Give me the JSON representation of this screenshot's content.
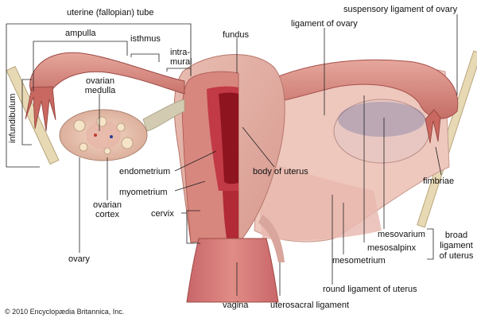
{
  "labels": {
    "uterine_tube": "uterine (fallopian) tube",
    "ampulla": "ampulla",
    "isthmus": "isthmus",
    "intramural_1": "intra-",
    "intramural_2": "mural",
    "infundibulum": "infundibulum",
    "ovarian_medulla_1": "ovarian",
    "ovarian_medulla_2": "medulla",
    "fundus": "fundus",
    "ligament_of_ovary": "ligament of ovary",
    "suspensory_ligament": "suspensory ligament of ovary",
    "endometrium": "endometrium",
    "myometrium": "myometrium",
    "cervix": "cervix",
    "body_of_uterus": "body of uterus",
    "fimbriae": "fimbriae",
    "ovarian_cortex_1": "ovarian",
    "ovarian_cortex_2": "cortex",
    "ovary": "ovary",
    "mesovarium": "mesovarium",
    "mesosalpinx": "mesosalpinx",
    "mesometrium": "mesometrium",
    "broad_ligament_1": "broad",
    "broad_ligament_2": "ligament",
    "broad_ligament_3": "of uterus",
    "round_ligament": "round ligament of uterus",
    "vagina": "vagina",
    "uterosacral_ligament": "uterosacral ligament"
  },
  "copyright": "© 2010 Encyclopædia Britannica, Inc.",
  "colors": {
    "tissue_light": "#e7b6ac",
    "tissue_mid": "#d98f86",
    "tissue_dark": "#b8504e",
    "cavity": "#b21e2b",
    "ovary": "#e9c8b6",
    "ligament_pale": "#f2d9d0",
    "bone": "#e8d9b5",
    "line": "#222222"
  }
}
